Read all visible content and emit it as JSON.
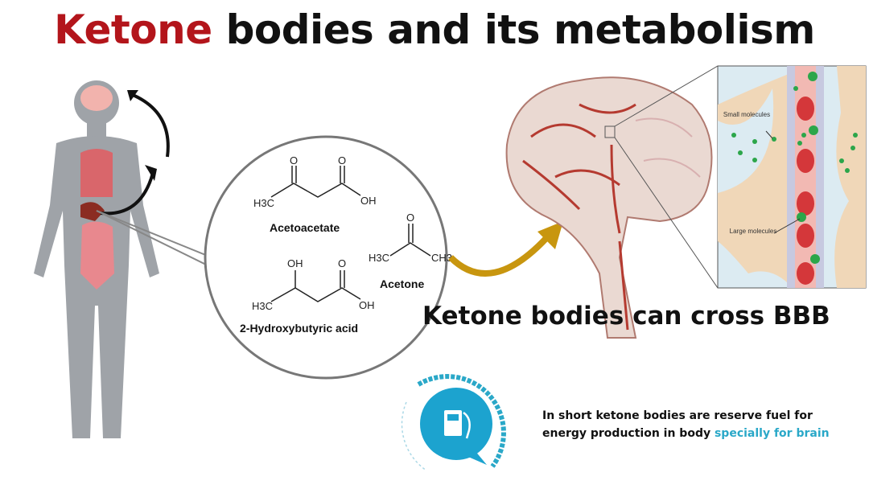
{
  "title": {
    "highlight": "Ketone",
    "rest": " bodies and its metabolism"
  },
  "molecules": {
    "acetoacetate": {
      "name": "Acetoacetate",
      "h3c": "H3C",
      "o1": "O",
      "o2": "O",
      "oh": "OH"
    },
    "acetone": {
      "name": "Acetone",
      "o": "O",
      "h3c": "H3C",
      "ch3": "CH3"
    },
    "hydroxybutyric": {
      "name": "2-Hydroxybutyric acid",
      "oh1": "OH",
      "o": "O",
      "h3c": "H3C",
      "oh2": "OH"
    }
  },
  "inset": {
    "small_label": "Small molecules",
    "large_label": "Large molecules"
  },
  "bbb_caption": "Ketone bodies can cross BBB",
  "summary": {
    "text": "In short ketone bodies are reserve fuel for energy production in body ",
    "highlight": "specially for brain"
  },
  "colors": {
    "title_red": "#b3151b",
    "accent_blue": "#2aa8c8",
    "arrow_gold": "#c8960f"
  }
}
